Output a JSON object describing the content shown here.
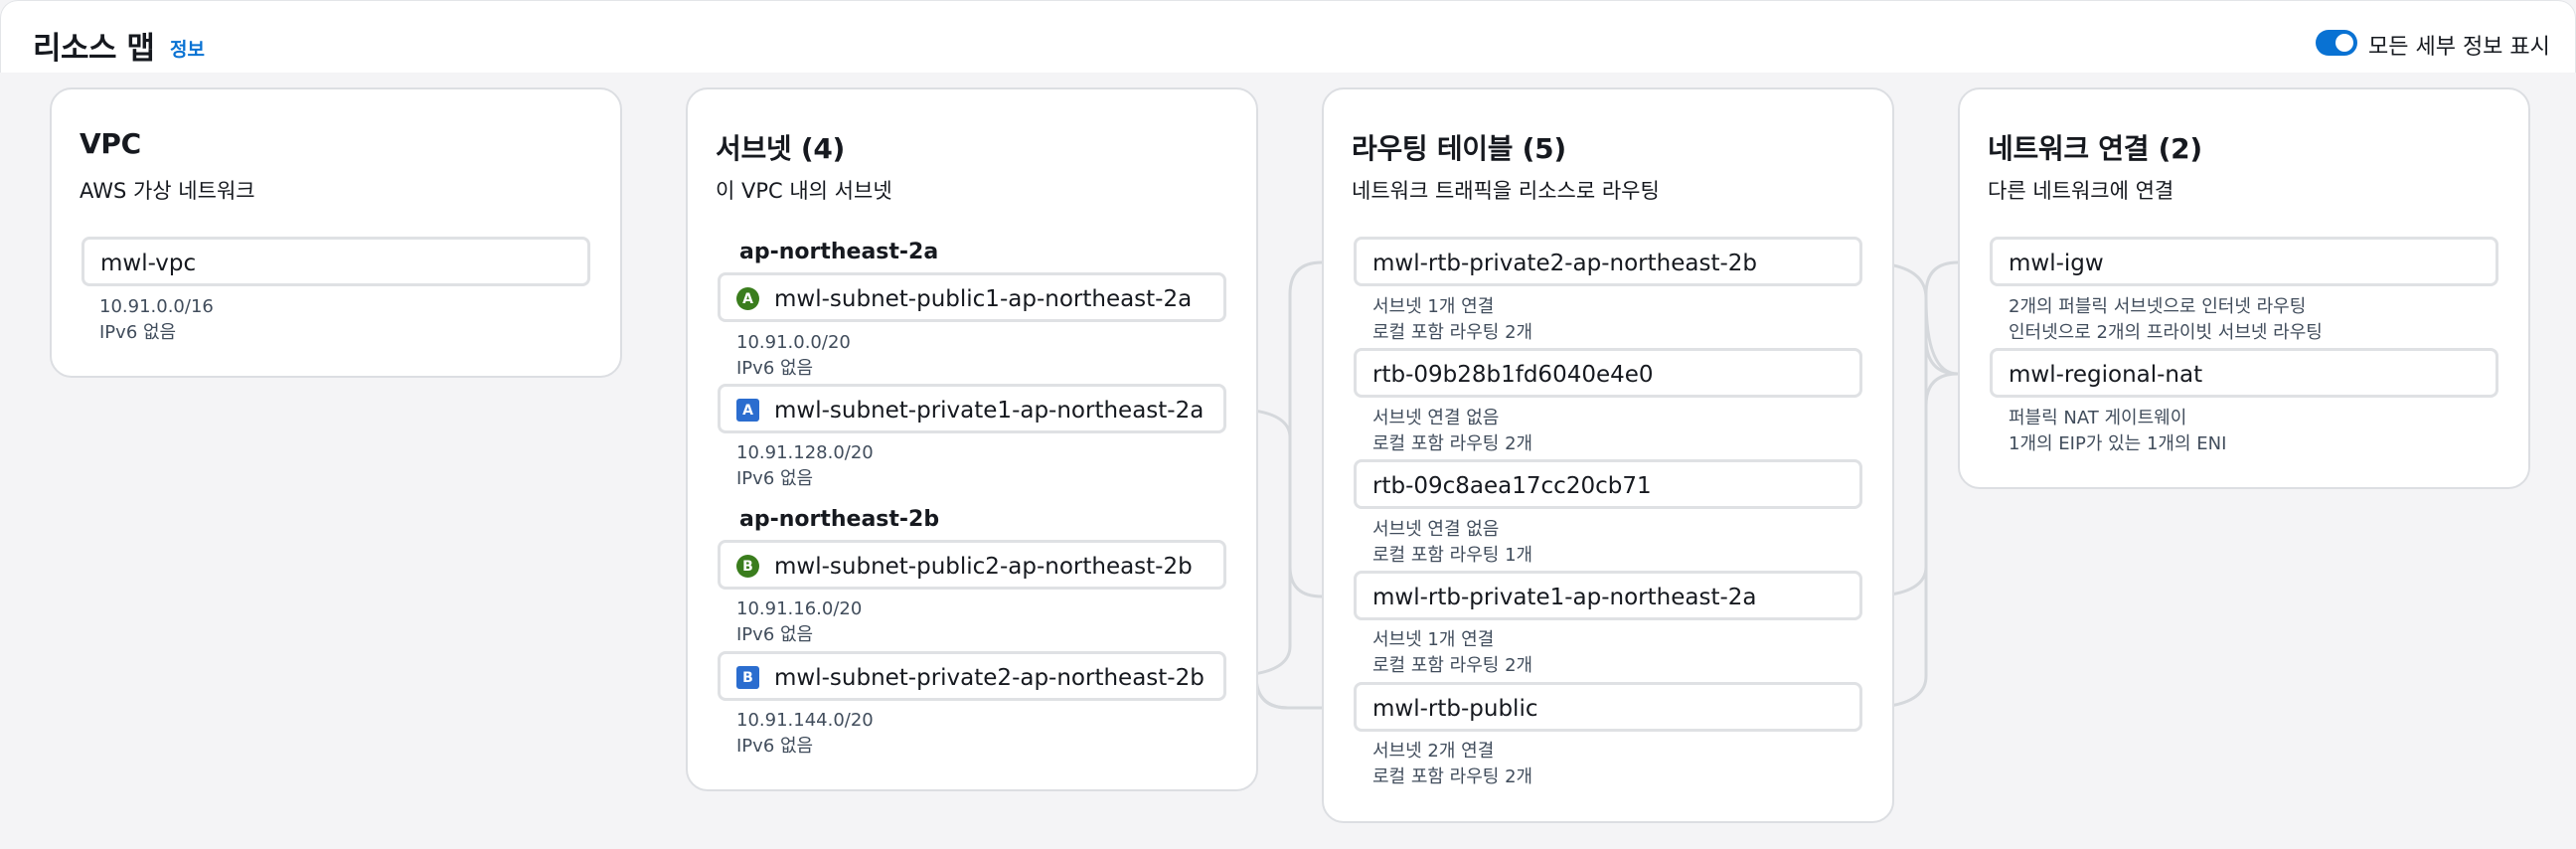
{
  "header": {
    "title": "리소스 맵",
    "info_link": "정보",
    "toggle_label": "모든 세부 정보 표시",
    "toggle_on": true
  },
  "colors": {
    "accent": "#0972d3",
    "public_badge": "#3a7d1d",
    "private_badge": "#2b6dcf",
    "connector": "#d5d8dc"
  },
  "vpc_card": {
    "title": "VPC",
    "subtitle": "AWS 가상 네트워크",
    "node": {
      "name": "mwl-vpc",
      "cidr": "10.91.0.0/16",
      "ipv6": "IPv6 없음"
    }
  },
  "subnet_card": {
    "title": "서브넷 (4)",
    "subtitle": "이 VPC 내의 서브넷",
    "zones": [
      {
        "name": "ap-northeast-2a",
        "subnets": [
          {
            "badge": "A",
            "type": "public",
            "name": "mwl-subnet-public1-ap-northeast-2a",
            "cidr": "10.91.0.0/20",
            "ipv6": "IPv6 없음"
          },
          {
            "badge": "A",
            "type": "private",
            "name": "mwl-subnet-private1-ap-northeast-2a",
            "cidr": "10.91.128.0/20",
            "ipv6": "IPv6 없음"
          }
        ]
      },
      {
        "name": "ap-northeast-2b",
        "subnets": [
          {
            "badge": "B",
            "type": "public",
            "name": "mwl-subnet-public2-ap-northeast-2b",
            "cidr": "10.91.16.0/20",
            "ipv6": "IPv6 없음"
          },
          {
            "badge": "B",
            "type": "private",
            "name": "mwl-subnet-private2-ap-northeast-2b",
            "cidr": "10.91.144.0/20",
            "ipv6": "IPv6 없음"
          }
        ]
      }
    ]
  },
  "route_card": {
    "title": "라우팅 테이블 (5)",
    "subtitle": "네트워크 트래픽을 리소스로 라우팅",
    "tables": [
      {
        "name": "mwl-rtb-private2-ap-northeast-2b",
        "line1": "서브넷 1개 연결",
        "line2": "로컬 포함 라우팅 2개"
      },
      {
        "name": "rtb-09b28b1fd6040e4e0",
        "line1": "서브넷 연결 없음",
        "line2": "로컬 포함 라우팅 2개"
      },
      {
        "name": "rtb-09c8aea17cc20cb71",
        "line1": "서브넷 연결 없음",
        "line2": "로컬 포함 라우팅 1개"
      },
      {
        "name": "mwl-rtb-private1-ap-northeast-2a",
        "line1": "서브넷 1개 연결",
        "line2": "로컬 포함 라우팅 2개"
      },
      {
        "name": "mwl-rtb-public",
        "line1": "서브넷 2개 연결",
        "line2": "로컬 포함 라우팅 2개"
      }
    ]
  },
  "network_card": {
    "title": "네트워크 연결 (2)",
    "subtitle": "다른 네트워크에 연결",
    "connections": [
      {
        "name": "mwl-igw",
        "line1": "2개의 퍼블릭 서브넷으로 인터넷 라우팅",
        "line2": "인터넷으로 2개의 프라이빗 서브넷 라우팅"
      },
      {
        "name": "mwl-regional-nat",
        "line1": "퍼블릭 NAT 게이트웨이",
        "line2": "1개의 EIP가 있는 1개의 ENI"
      }
    ]
  }
}
